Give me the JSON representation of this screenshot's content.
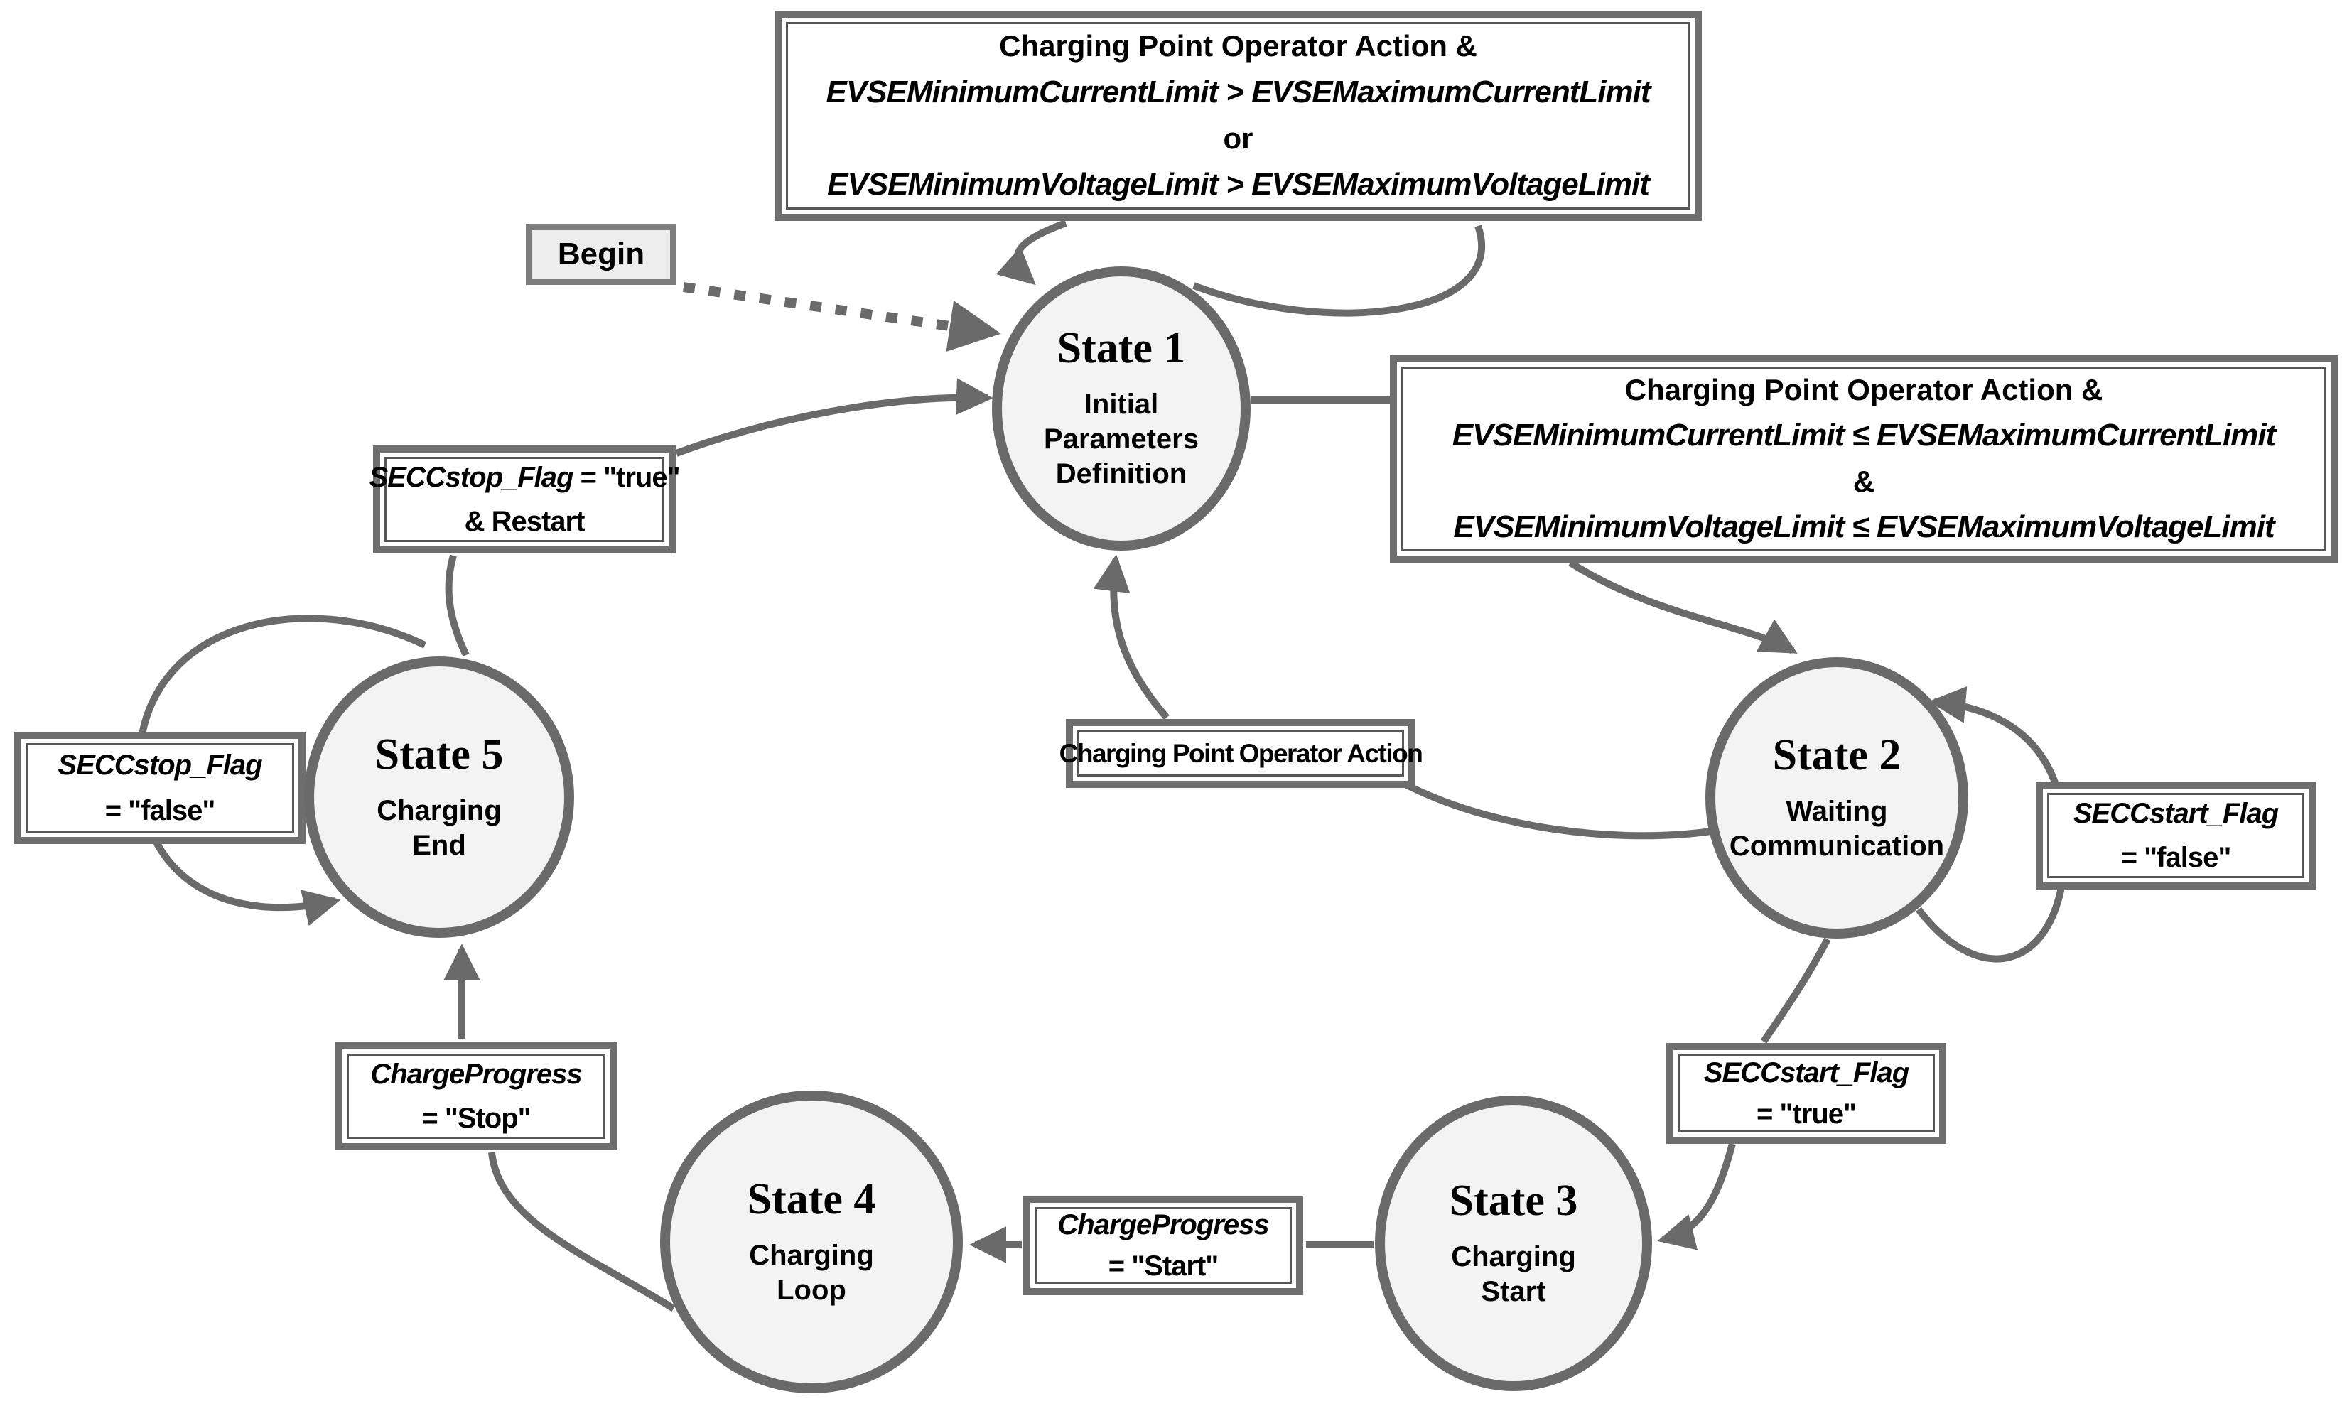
{
  "diagram": {
    "background": "#ffffff",
    "stroke_color": "#6a6a6a",
    "state_fill": "#f3f3f3",
    "box_fill": "#ffffff",
    "begin_fill": "#ededed",
    "text_color": "#000000"
  },
  "states": [
    {
      "id": "state-1",
      "title": "State 1",
      "subtitle_lines": [
        "Initial",
        "Parameters",
        "Definition"
      ]
    },
    {
      "id": "state-2",
      "title": "State 2",
      "subtitle_lines": [
        "Waiting",
        "Communication",
        ""
      ]
    },
    {
      "id": "state-3",
      "title": "State 3",
      "subtitle_lines": [
        "Charging",
        "Start",
        ""
      ]
    },
    {
      "id": "state-4",
      "title": "State 4",
      "subtitle_lines": [
        "Charging",
        "Loop",
        ""
      ]
    },
    {
      "id": "state-5",
      "title": "State 5",
      "subtitle_lines": [
        "Charging",
        "End",
        ""
      ]
    }
  ],
  "begin": {
    "label": "Begin"
  },
  "transition_boxes": {
    "top_condition": {
      "line1": "Charging Point Operator Action &",
      "line2": "EVSEMinimumCurrentLimit  >  EVSEMaximumCurrentLimit",
      "line3": "or",
      "line4": "EVSEMinimumVoltageLimit  >  EVSEMaximumVoltageLimit"
    },
    "right_condition": {
      "line1": "Charging Point Operator Action &",
      "line2": "EVSEMinimumCurrentLimit  ≤  EVSEMaximumCurrentLimit",
      "line3": "&",
      "line4": "EVSEMinimumVoltageLimit  ≤  EVSEMaximumVoltageLimit"
    },
    "restart": {
      "line1_var": "SECCstop_Flag",
      "line1_eq": "  = \"true\"",
      "line2": "& Restart"
    },
    "stop_false": {
      "var": "SECCstop_Flag",
      "eq": "=  \"false\""
    },
    "start_false": {
      "var": "SECCstart_Flag",
      "eq": "=  \"false\""
    },
    "start_true": {
      "var": "SECCstart_Flag",
      "eq": "=  \"true\""
    },
    "progress_start": {
      "var": "ChargeProgress",
      "eq": "=  \"Start\""
    },
    "progress_stop": {
      "var": "ChargeProgress",
      "eq": "=  \"Stop\""
    },
    "operator_action": {
      "text": "Charging Point Operator Action"
    }
  }
}
